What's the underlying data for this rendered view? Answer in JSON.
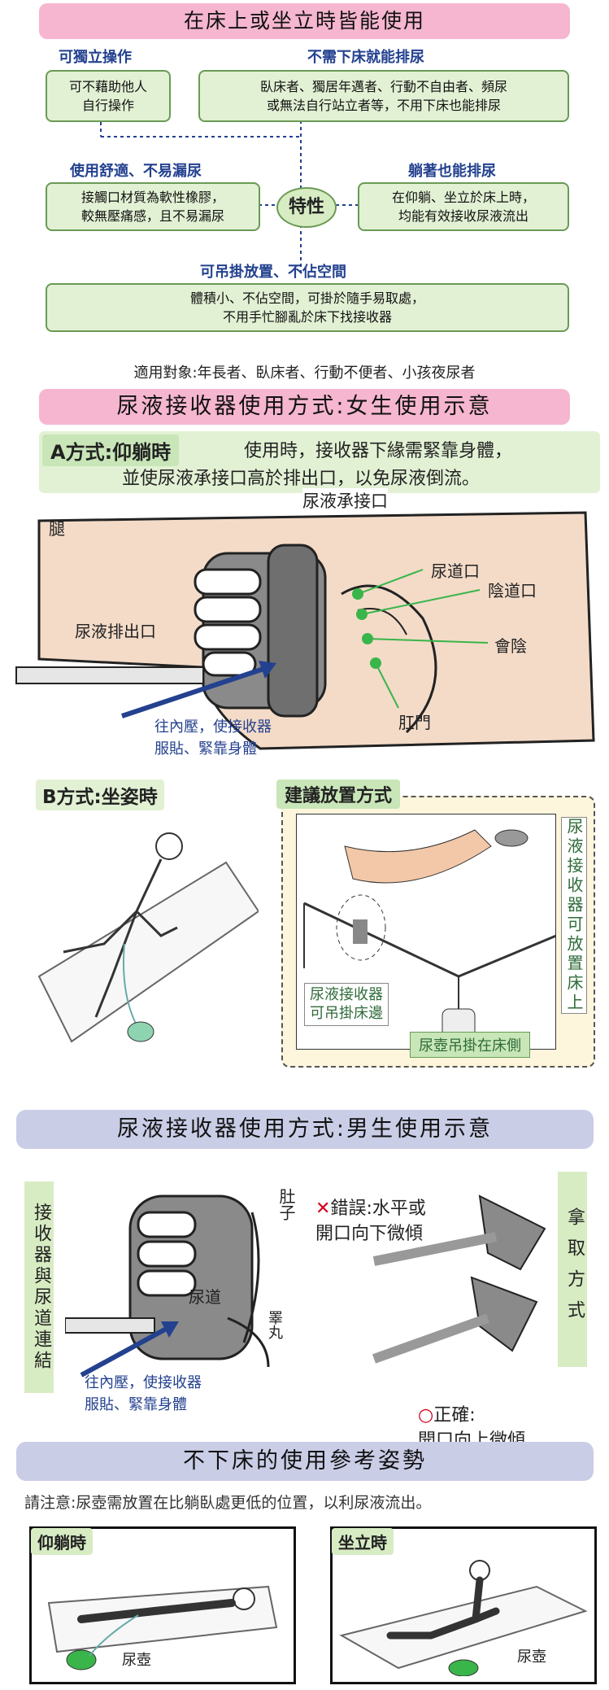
{
  "features": {
    "banner": "在床上或坐立時皆能使用",
    "center": "特性",
    "items": [
      {
        "title": "可獨立操作",
        "text": "可不藉助他人\n自行操作"
      },
      {
        "title": "不需下床就能排尿",
        "text": "臥床者、獨居年邁者、行動不自由者、頻尿\n或無法自行站立者等，不用下床也能排尿"
      },
      {
        "title": "使用舒適、不易漏尿",
        "text": "接觸口材質為軟性橡膠，\n較無壓痛感，且不易漏尿"
      },
      {
        "title": "躺著也能排尿",
        "text": "在仰躺、坐立於床上時，\n均能有效接收尿液流出"
      },
      {
        "title": "可吊掛放置、不佔空間",
        "text": "體積小、不佔空間，可掛於隨手易取處，\n不用手忙腳亂於床下找接收器"
      }
    ],
    "audience": "適用對象:年長者、臥床者、行動不便者、小孩夜尿者"
  },
  "female": {
    "banner": "尿液接收器使用方式:女生使用示意",
    "method_a_label": "A方式:仰躺時",
    "method_a_text_1": "使用時，接收器下緣需緊靠身體，",
    "method_a_text_2": "並使尿液承接口高於排出口，以免尿液倒流。",
    "labels": {
      "leg": "腿",
      "inlet": "尿液承接口",
      "urethra": "尿道口",
      "vagina": "陰道口",
      "perineum": "會陰",
      "anus": "肛門",
      "outlet": "尿液排出口",
      "press": "往內壓，使接收器\n服貼、緊靠身體"
    },
    "method_b_label": "B方式:坐姿時",
    "suggest_label": "建議放置方式",
    "suggest_vertical": "尿液接收器可放置床上",
    "hang_edge": "尿液接收器\n可吊掛床邊",
    "hang_side": "尿壺吊掛在床側"
  },
  "male": {
    "banner": "尿液接收器使用方式:男生使用示意",
    "connect_vertical": "接收器與尿道連結",
    "belly": "肚子",
    "urethra": "尿道",
    "testicle": "睪丸",
    "press": "往內壓，使接收器\n服貼、緊靠身體",
    "wrong_mark": "✕",
    "wrong_text": "錯誤:水平或\n開口向下微傾",
    "right_mark": "○",
    "right_text": "正確:\n開口向上微傾",
    "grab_vertical": "拿取方式"
  },
  "postures": {
    "banner": "不下床的使用參考姿勢",
    "note": "請注意:尿壺需放置在比躺臥處更低的位置，以利尿液流出。",
    "lying_label": "仰躺時",
    "sitting_label": "坐立時",
    "urinal": "尿壺"
  }
}
